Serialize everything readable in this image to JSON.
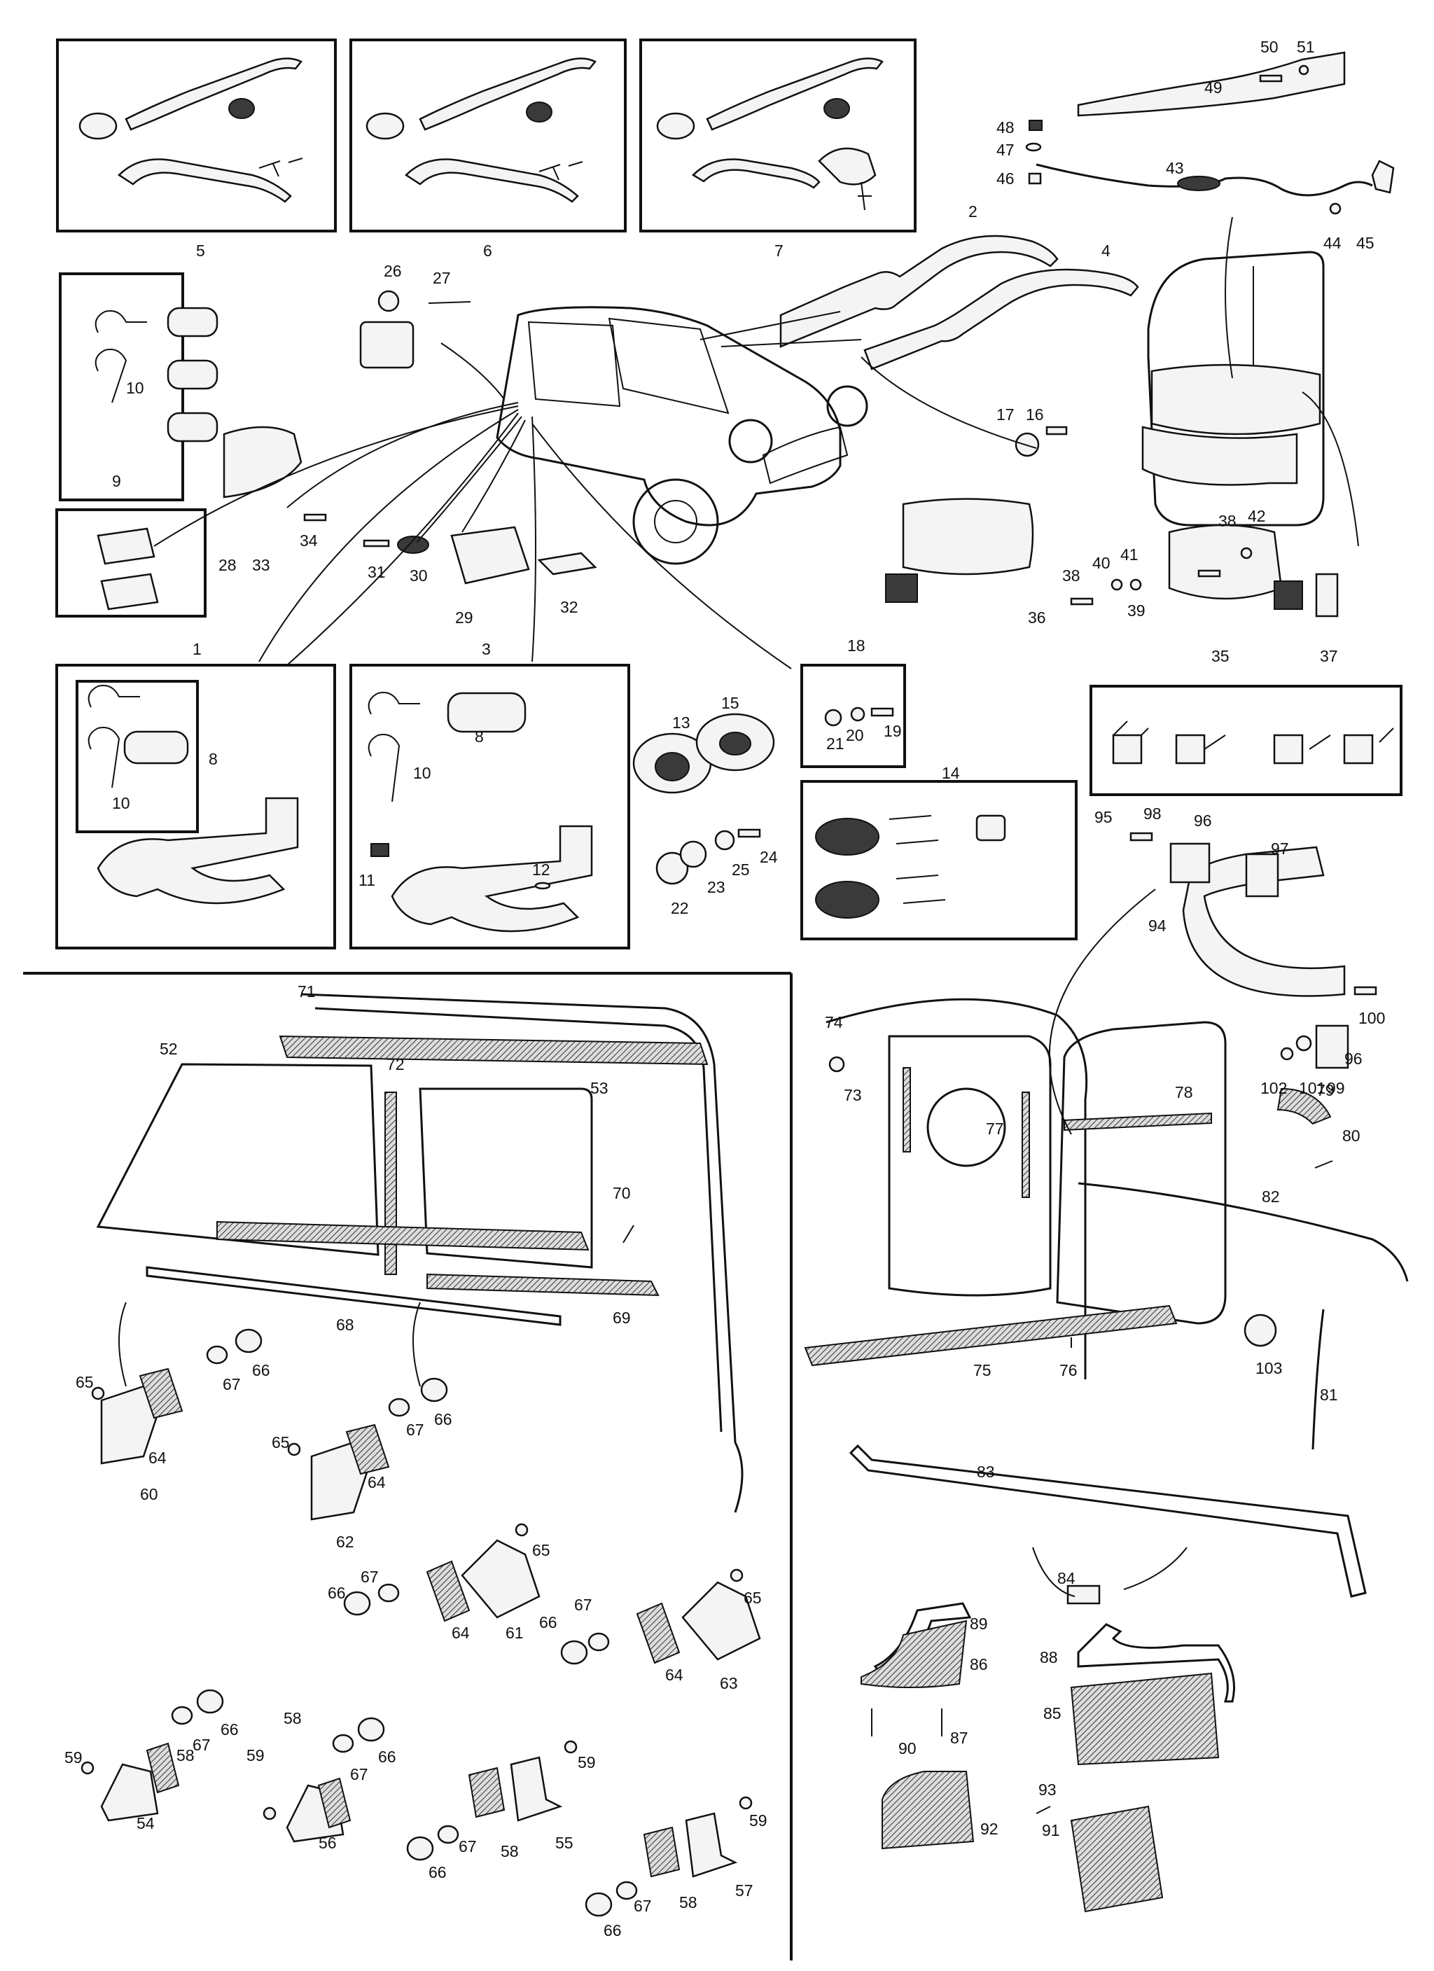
{
  "diagram": {
    "callouts": [
      {
        "n": "1",
        "text": "1"
      },
      {
        "n": "2",
        "text": "2"
      },
      {
        "n": "3",
        "text": "3"
      },
      {
        "n": "4",
        "text": "4"
      },
      {
        "n": "5",
        "text": "5"
      },
      {
        "n": "6",
        "text": "6"
      },
      {
        "n": "7",
        "text": "7"
      },
      {
        "n": "8a",
        "text": "8"
      },
      {
        "n": "8b",
        "text": "8"
      },
      {
        "n": "9",
        "text": "9"
      },
      {
        "n": "10a",
        "text": "10"
      },
      {
        "n": "10b",
        "text": "10"
      },
      {
        "n": "10c",
        "text": "10"
      },
      {
        "n": "11",
        "text": "11"
      },
      {
        "n": "12",
        "text": "12"
      },
      {
        "n": "13",
        "text": "13"
      },
      {
        "n": "14",
        "text": "14"
      },
      {
        "n": "15",
        "text": "15"
      },
      {
        "n": "16",
        "text": "16"
      },
      {
        "n": "17",
        "text": "17"
      },
      {
        "n": "18",
        "text": "18"
      },
      {
        "n": "19",
        "text": "19"
      },
      {
        "n": "20",
        "text": "20"
      },
      {
        "n": "21",
        "text": "21"
      },
      {
        "n": "22",
        "text": "22"
      },
      {
        "n": "23",
        "text": "23"
      },
      {
        "n": "24",
        "text": "24"
      },
      {
        "n": "25",
        "text": "25"
      },
      {
        "n": "26",
        "text": "26"
      },
      {
        "n": "27",
        "text": "27"
      },
      {
        "n": "28",
        "text": "28"
      },
      {
        "n": "29",
        "text": "29"
      },
      {
        "n": "30",
        "text": "30"
      },
      {
        "n": "31",
        "text": "31"
      },
      {
        "n": "32",
        "text": "32"
      },
      {
        "n": "33",
        "text": "33"
      },
      {
        "n": "34",
        "text": "34"
      },
      {
        "n": "35",
        "text": "35"
      },
      {
        "n": "36",
        "text": "36"
      },
      {
        "n": "37",
        "text": "37"
      },
      {
        "n": "38a",
        "text": "38"
      },
      {
        "n": "38b",
        "text": "38"
      },
      {
        "n": "39",
        "text": "39"
      },
      {
        "n": "40",
        "text": "40"
      },
      {
        "n": "41",
        "text": "41"
      },
      {
        "n": "42",
        "text": "42"
      },
      {
        "n": "43",
        "text": "43"
      },
      {
        "n": "44",
        "text": "44"
      },
      {
        "n": "45",
        "text": "45"
      },
      {
        "n": "46",
        "text": "46"
      },
      {
        "n": "47",
        "text": "47"
      },
      {
        "n": "48",
        "text": "48"
      },
      {
        "n": "49",
        "text": "49"
      },
      {
        "n": "50",
        "text": "50"
      },
      {
        "n": "51",
        "text": "51"
      },
      {
        "n": "52",
        "text": "52"
      },
      {
        "n": "53",
        "text": "53"
      },
      {
        "n": "54",
        "text": "54"
      },
      {
        "n": "55",
        "text": "55"
      },
      {
        "n": "56",
        "text": "56"
      },
      {
        "n": "57",
        "text": "57"
      },
      {
        "n": "58a",
        "text": "58"
      },
      {
        "n": "58b",
        "text": "58"
      },
      {
        "n": "58c",
        "text": "58"
      },
      {
        "n": "58d",
        "text": "58"
      },
      {
        "n": "58e",
        "text": "58"
      },
      {
        "n": "59a",
        "text": "59"
      },
      {
        "n": "59b",
        "text": "59"
      },
      {
        "n": "59c",
        "text": "59"
      },
      {
        "n": "59d",
        "text": "59"
      },
      {
        "n": "60",
        "text": "60"
      },
      {
        "n": "61",
        "text": "61"
      },
      {
        "n": "62",
        "text": "62"
      },
      {
        "n": "63",
        "text": "63"
      },
      {
        "n": "64a",
        "text": "64"
      },
      {
        "n": "64b",
        "text": "64"
      },
      {
        "n": "64c",
        "text": "64"
      },
      {
        "n": "64d",
        "text": "64"
      },
      {
        "n": "65a",
        "text": "65"
      },
      {
        "n": "65b",
        "text": "65"
      },
      {
        "n": "65c",
        "text": "65"
      },
      {
        "n": "65d",
        "text": "65"
      },
      {
        "n": "66a",
        "text": "66"
      },
      {
        "n": "66b",
        "text": "66"
      },
      {
        "n": "66c",
        "text": "66"
      },
      {
        "n": "66d",
        "text": "66"
      },
      {
        "n": "66e",
        "text": "66"
      },
      {
        "n": "66f",
        "text": "66"
      },
      {
        "n": "66g",
        "text": "66"
      },
      {
        "n": "66h",
        "text": "66"
      },
      {
        "n": "67a",
        "text": "67"
      },
      {
        "n": "67b",
        "text": "67"
      },
      {
        "n": "67c",
        "text": "67"
      },
      {
        "n": "67d",
        "text": "67"
      },
      {
        "n": "67e",
        "text": "67"
      },
      {
        "n": "67f",
        "text": "67"
      },
      {
        "n": "67g",
        "text": "67"
      },
      {
        "n": "67h",
        "text": "67"
      },
      {
        "n": "68",
        "text": "68"
      },
      {
        "n": "69",
        "text": "69"
      },
      {
        "n": "70",
        "text": "70"
      },
      {
        "n": "71",
        "text": "71"
      },
      {
        "n": "72",
        "text": "72"
      },
      {
        "n": "73",
        "text": "73"
      },
      {
        "n": "74",
        "text": "74"
      },
      {
        "n": "75",
        "text": "75"
      },
      {
        "n": "76",
        "text": "76"
      },
      {
        "n": "77",
        "text": "77"
      },
      {
        "n": "78",
        "text": "78"
      },
      {
        "n": "79",
        "text": "79"
      },
      {
        "n": "80",
        "text": "80"
      },
      {
        "n": "81",
        "text": "81"
      },
      {
        "n": "82",
        "text": "82"
      },
      {
        "n": "83",
        "text": "83"
      },
      {
        "n": "84",
        "text": "84"
      },
      {
        "n": "85",
        "text": "85"
      },
      {
        "n": "86",
        "text": "86"
      },
      {
        "n": "87",
        "text": "87"
      },
      {
        "n": "88",
        "text": "88"
      },
      {
        "n": "89",
        "text": "89"
      },
      {
        "n": "90",
        "text": "90"
      },
      {
        "n": "91",
        "text": "91"
      },
      {
        "n": "92",
        "text": "92"
      },
      {
        "n": "93",
        "text": "93"
      },
      {
        "n": "94",
        "text": "94"
      },
      {
        "n": "95",
        "text": "95"
      },
      {
        "n": "96a",
        "text": "96"
      },
      {
        "n": "96b",
        "text": "96"
      },
      {
        "n": "97",
        "text": "97"
      },
      {
        "n": "98",
        "text": "98"
      },
      {
        "n": "99",
        "text": "99"
      },
      {
        "n": "100",
        "text": "100"
      },
      {
        "n": "101",
        "text": "101"
      },
      {
        "n": "102",
        "text": "102"
      },
      {
        "n": "103",
        "text": "103"
      }
    ]
  }
}
